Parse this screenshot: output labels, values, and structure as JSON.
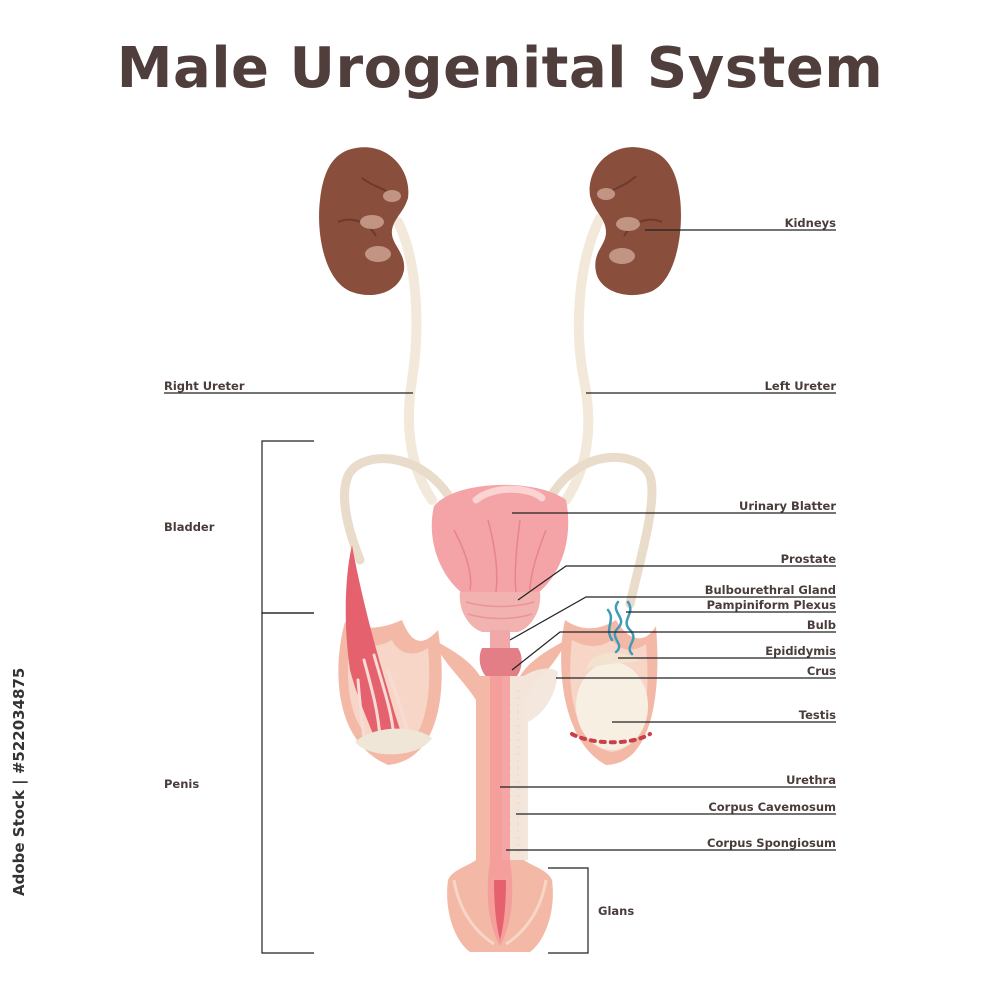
{
  "title": "Male Urogenital System",
  "labels": {
    "kidneys": "Kidneys",
    "right_ureter": "Right Ureter",
    "left_ureter": "Left Ureter",
    "bladder": "Bladder",
    "urinary_blatter": "Urinary Blatter",
    "prostate": "Prostate",
    "bulbourethral_gland": "Bulbourethral Gland",
    "pampiniform_plexus": "Pampiniform Plexus",
    "bulb": "Bulb",
    "epididymis": "Epididymis",
    "crus": "Crus",
    "testis": "Testis",
    "penis": "Penis",
    "urethra": "Urethra",
    "corpus_cavemosum": "Corpus Cavemosum",
    "corpus_spongiosum": "Corpus Spongiosum",
    "glans": "Glans"
  },
  "stock_id": "Adobe Stock | #522034875",
  "colors": {
    "title": "#4f3e3b",
    "kidney": "#8a4e3c",
    "ureter": "#f2e9da",
    "bladder": "#f4a3a6",
    "tissue": "#f3b9a6",
    "testis": "#f7efe2"
  }
}
